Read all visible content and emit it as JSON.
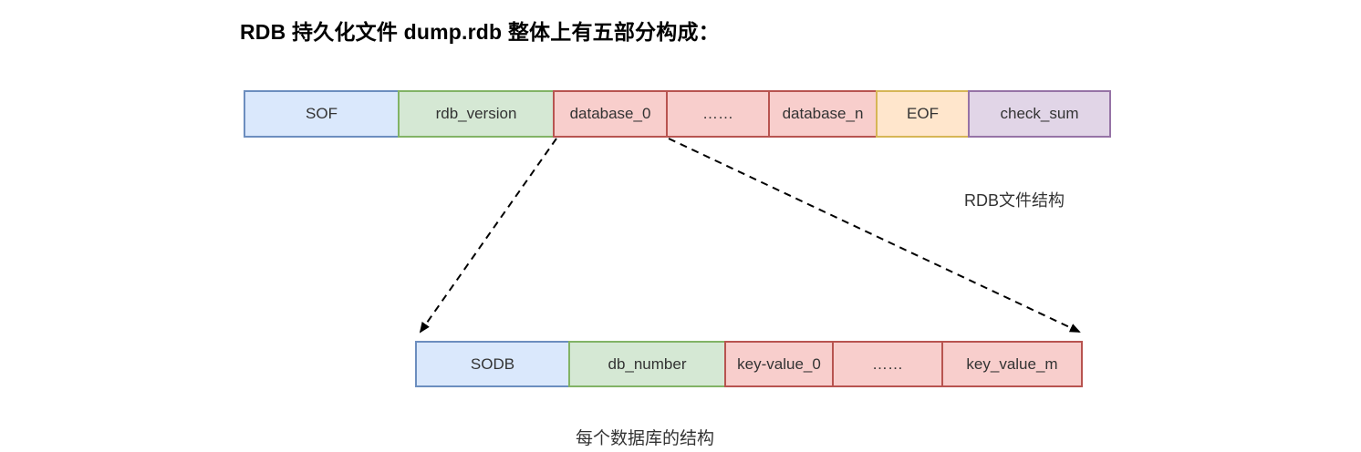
{
  "title": "RDB 持久化文件 dump.rdb 整体上有五部分构成：",
  "colors": {
    "blue_fill": "#dae8fc",
    "blue_border": "#6c8ebf",
    "green_fill": "#d5e8d4",
    "green_border": "#82b366",
    "red_fill": "#f8cecc",
    "red_border": "#b85450",
    "orange_fill": "#ffe6cc",
    "orange_border": "#d6b656",
    "purple_fill": "#e1d5e7",
    "purple_border": "#9673a6"
  },
  "rdb_file_structure": {
    "caption": "RDB文件结构",
    "segments": [
      {
        "label": "SOF",
        "color": "blue",
        "width": 171
      },
      {
        "label": "rdb_version",
        "color": "green",
        "width": 172
      },
      {
        "label": "database_0",
        "color": "red",
        "width": 126
      },
      {
        "label": "……",
        "color": "red",
        "width": 114
      },
      {
        "label": "database_n",
        "color": "red",
        "width": 120
      },
      {
        "label": "EOF",
        "color": "orange",
        "width": 103
      },
      {
        "label": "check_sum",
        "color": "purple",
        "width": 157
      }
    ]
  },
  "database_structure": {
    "caption": "每个数据库的结构",
    "segments": [
      {
        "label": "SODB",
        "color": "blue",
        "width": 170
      },
      {
        "label": "db_number",
        "color": "green",
        "width": 173
      },
      {
        "label": "key-value_0",
        "color": "red",
        "width": 120
      },
      {
        "label": "……",
        "color": "red",
        "width": 122
      },
      {
        "label": "key_value_m",
        "color": "red",
        "width": 155
      }
    ]
  }
}
